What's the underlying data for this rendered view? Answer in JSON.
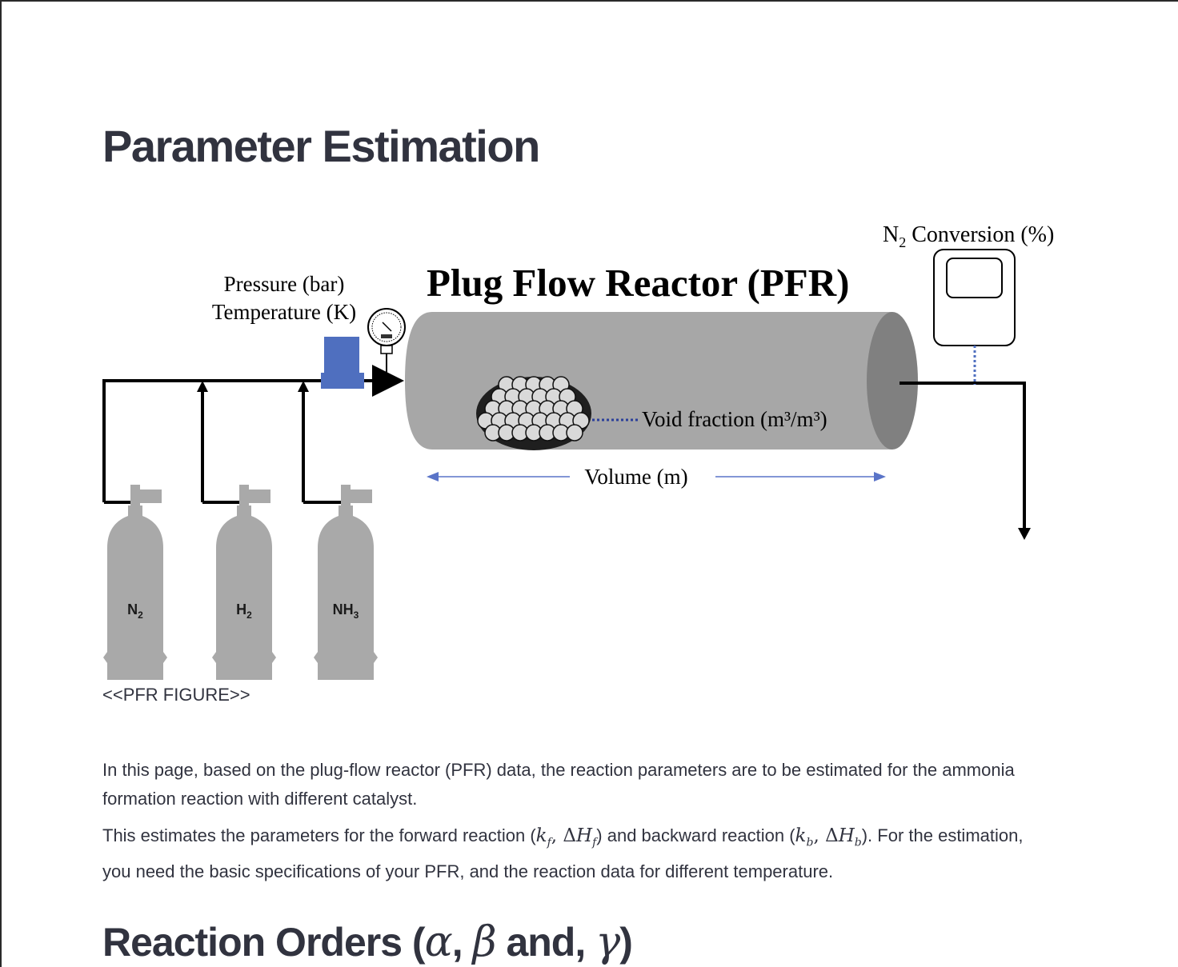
{
  "page": {
    "title": "Parameter Estimation",
    "figure_caption": "<<PFR FIGURE>>",
    "paragraph1": "In this page, based on the plug-flow reactor (PFR) data, the reaction parameters are to be estimated for the ammonia formation reaction with different catalyst.",
    "paragraph2": {
      "part1": "This estimates the parameters for the forward reaction (",
      "forward_k": "k",
      "forward_sub": "f",
      "sep": ", ",
      "delta": "ΔH",
      "part2": ") and backward reaction (",
      "backward_k": "k",
      "backward_sub": "b",
      "part3": "). For the estimation, you need the basic specifications of your PFR, and the reaction data for different temperature."
    },
    "section_title": {
      "text1": "Reaction Orders (",
      "alpha": "α",
      "comma": ", ",
      "beta": "β",
      "text2": " and, ",
      "gamma": "γ",
      "text3": ")"
    }
  },
  "diagram": {
    "reactor_title": "Plug Flow Reactor  (PFR)",
    "pressure_label": "Pressure  (bar)",
    "temperature_label": "Temperature  (K)",
    "conversion_label_prefix": "N",
    "conversion_label_sub": "2",
    "conversion_label_rest": " Conversion  (%)",
    "void_fraction_label": "Void  fraction  (m³/m³)",
    "volume_label": "Volume  (m)",
    "cylinders": [
      {
        "name": "N",
        "sub": "2"
      },
      {
        "name": "H",
        "sub": "2"
      },
      {
        "name": "NH",
        "sub": "3"
      }
    ],
    "colors": {
      "cylinder": "#a9a9a9",
      "reactor_body": "#a7a7a7",
      "reactor_end": "#7f7f7f",
      "valve_blue": "#4f6fbf",
      "arrow_blue": "#5a74c8",
      "line": "#000000"
    }
  }
}
